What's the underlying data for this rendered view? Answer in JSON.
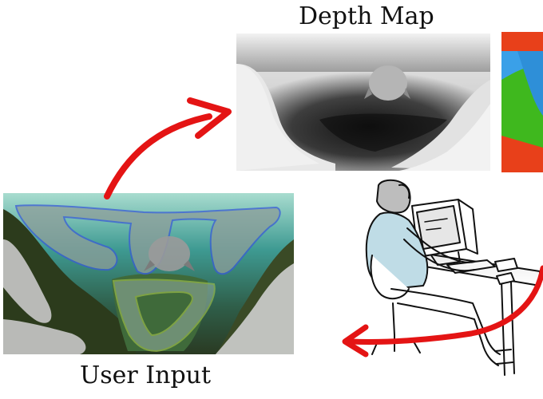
{
  "labels": {
    "depth_map": "Depth Map",
    "user_input": "User Input"
  },
  "colors": {
    "arrow": "#e41414",
    "stroke_outline": "#3a5bd6",
    "stroke_inner": "#a8c84a",
    "segmentation_green": "#3fb81e",
    "segmentation_red": "#e8401a",
    "segmentation_blue": "#3aa0e8"
  },
  "icons": {
    "arrow_to_depth": "curved-arrow-up-right",
    "arrow_from_user": "curved-arrow-left",
    "illustration": "person-at-computer"
  }
}
